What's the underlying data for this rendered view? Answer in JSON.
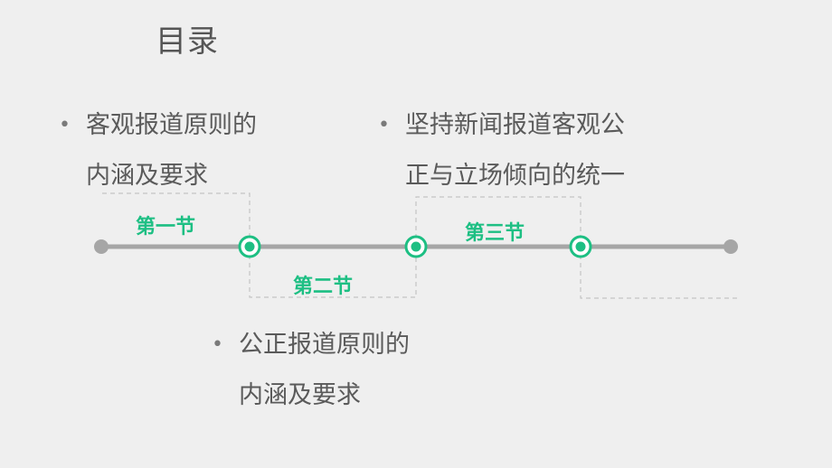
{
  "title": "目录",
  "bullets": [
    {
      "line1": "客观报道原则的",
      "line2": "内涵及要求"
    },
    {
      "line1": "坚持新闻报道客观公",
      "line2": "正与立场倾向的统一"
    },
    {
      "line1": "公正报道原则的",
      "line2": "内涵及要求"
    }
  ],
  "bullet_symbol": "•",
  "sections": [
    "第一节",
    "第二节",
    "第三节"
  ],
  "colors": {
    "accent": "#1dbf83",
    "timeline": "#a6a6a6",
    "background": "#efefef"
  }
}
